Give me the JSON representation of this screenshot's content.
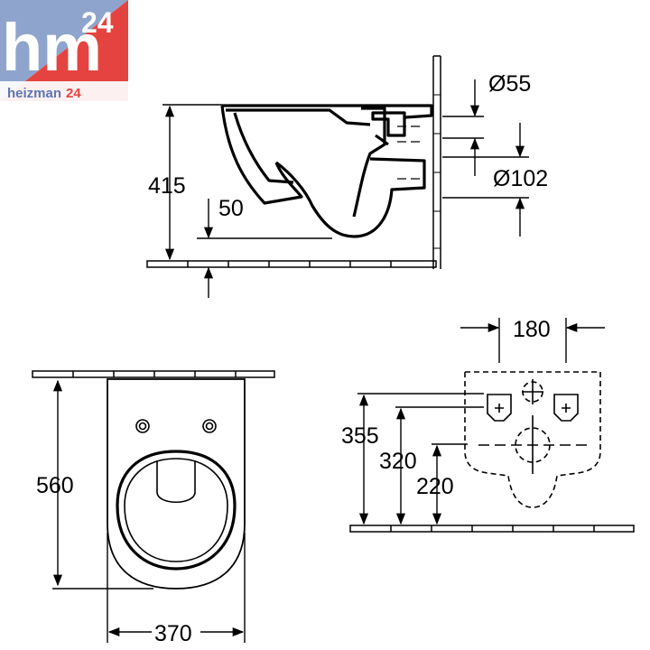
{
  "logo": {
    "brand": "hm",
    "number": "24",
    "subtitle_name": "heizman",
    "subtitle_number": "24",
    "colors": {
      "blue": "#8ea4cc",
      "red": "#e5433f",
      "sub_blue": "#5b76b5",
      "sub_red": "#e5433f"
    }
  },
  "side_view": {
    "height_label": "415",
    "floor_gap_label": "50",
    "outlet_diameter_label": "Ø55",
    "drain_diameter_label": "Ø102"
  },
  "top_view": {
    "depth_label": "560",
    "width_label": "370"
  },
  "wall_view": {
    "spacing_label": "180",
    "height_upper_label": "355",
    "height_mid_label": "320",
    "height_lower_label": "220"
  }
}
